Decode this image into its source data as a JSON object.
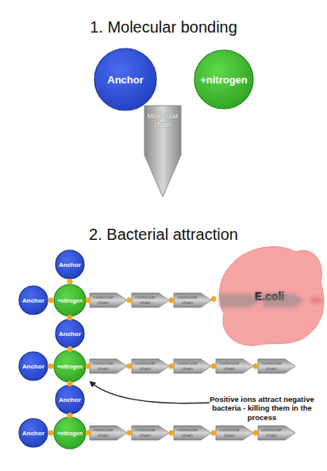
{
  "diagram": {
    "nodes": [
      {
        "text": [
          "Anchor"
        ]
      },
      {
        "text": [
          "+nitrogen"
        ]
      },
      {
        "text": [
          "Molecular chain"
        ]
      },
      {
        "text": [
          "Anchor"
        ]
      },
      {
        "text": [
          "Anchor"
        ]
      },
      {
        "text": [
          "+nitrogen"
        ]
      },
      {
        "text": [
          "molecular chain"
        ]
      },
      {
        "text": [
          "molecular chain"
        ]
      },
      {
        "text": [
          "molecular chain"
        ]
      },
      {
        "text": [
          "E.coli"
        ]
      },
      {
        "text": [
          "Anchor"
        ]
      },
      {
        "text": [
          "Anchor"
        ]
      },
      {
        "text": [
          "+nitrogen"
        ]
      },
      {
        "text": [
          "molecular chain"
        ]
      },
      {
        "text": [
          "molecular chain"
        ]
      },
      {
        "text": [
          "molecular chain"
        ]
      },
      {
        "text": [
          "molecular chain"
        ]
      },
      {
        "text": [
          "molecular chain"
        ]
      },
      {
        "text": [
          "Anchor"
        ]
      },
      {
        "text": [
          "Anchor"
        ]
      },
      {
        "text": [
          "+nitrogen"
        ]
      },
      {
        "text": [
          "molecular chain"
        ]
      },
      {
        "text": [
          "molecular chain"
        ]
      },
      {
        "text": [
          "molecular chain"
        ]
      },
      {
        "text": [
          "molecular chain"
        ]
      },
      {
        "text": [
          "molecular chain"
        ]
      }
    ],
    "edges": [
      {
        "from": 3,
        "to": 5,
        "arrow": "none"
      },
      {
        "from": 4,
        "to": 5,
        "arrow": "none"
      },
      {
        "from": 5,
        "to": 6,
        "arrow": "none"
      },
      {
        "from": 6,
        "to": 7,
        "arrow": "none"
      },
      {
        "from": 7,
        "to": 8,
        "arrow": "none"
      },
      {
        "from": 8,
        "to": 9,
        "arrow": "none"
      },
      {
        "from": 5,
        "to": 10,
        "arrow": "none"
      },
      {
        "from": 10,
        "to": 12,
        "arrow": "none"
      },
      {
        "from": 11,
        "to": 12,
        "arrow": "none"
      },
      {
        "from": 12,
        "to": 13,
        "arrow": "none"
      },
      {
        "from": 13,
        "to": 14,
        "arrow": "none"
      },
      {
        "from": 14,
        "to": 15,
        "arrow": "none"
      },
      {
        "from": 15,
        "to": 16,
        "arrow": "none"
      },
      {
        "from": 16,
        "to": 17,
        "arrow": "none"
      },
      {
        "from": 12,
        "to": 18,
        "arrow": "none"
      },
      {
        "from": 18,
        "to": 20,
        "arrow": "none"
      },
      {
        "from": 19,
        "to": 20,
        "arrow": "none"
      },
      {
        "from": 20,
        "to": 21,
        "arrow": "none"
      },
      {
        "from": 21,
        "to": 22,
        "arrow": "none"
      },
      {
        "from": 22,
        "to": 23,
        "arrow": "none"
      },
      {
        "from": 23,
        "to": 24,
        "arrow": "none"
      },
      {
        "from": 24,
        "to": 25,
        "arrow": "none"
      }
    ],
    "labels": [
      "1. Molecular bonding",
      "2. Bacterial attraction",
      "Positive ions attract negative bacteria - killing them in the process"
    ]
  }
}
